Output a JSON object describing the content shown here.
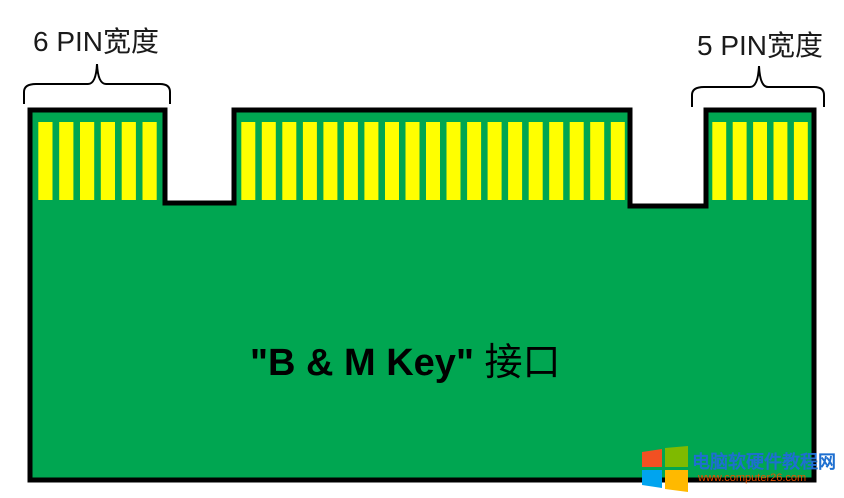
{
  "labels": {
    "left_width": "6 PIN宽度",
    "right_width": "5 PIN宽度",
    "main_bold": "\"B & M Key\"",
    "main_suffix": " 接口"
  },
  "pins": {
    "left_count": 6,
    "middle_count": 19,
    "right_count": 5
  },
  "colors": {
    "board": "#00a651",
    "pin": "#ffff00",
    "outline": "#000000"
  },
  "watermark": {
    "title": "电脑软硬件教程网",
    "url": "www.computer26.com"
  }
}
